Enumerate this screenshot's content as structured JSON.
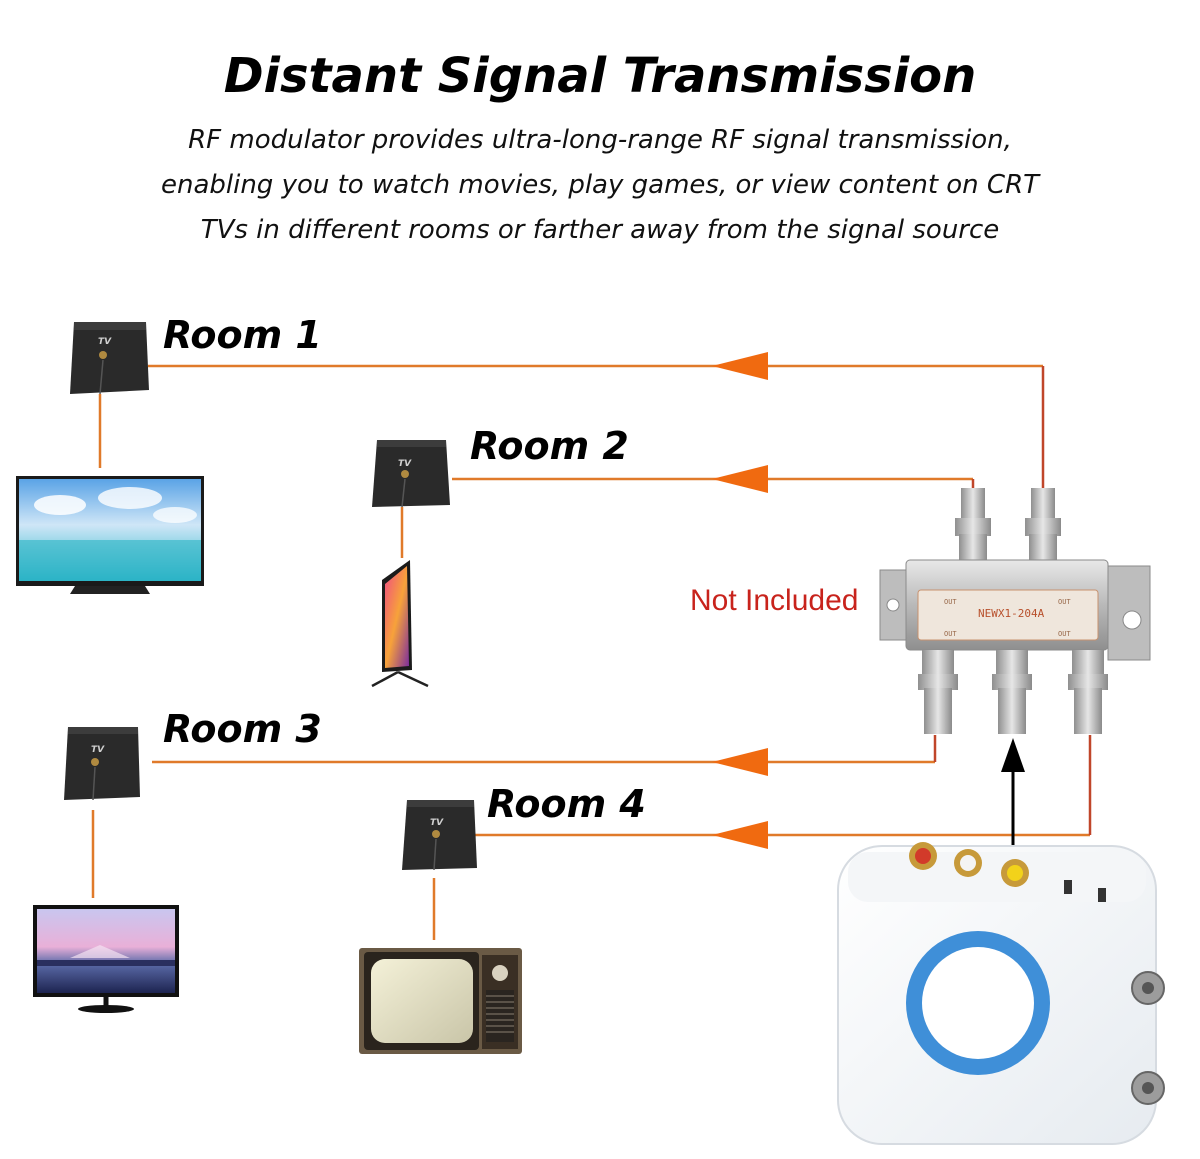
{
  "title": "Distant Signal Transmission",
  "subtitle": [
    "RF modulator provides ultra-long-range RF signal transmission,",
    "enabling you to watch movies, play games, or view content on CRT",
    "TVs in different rooms or farther away from the signal source"
  ],
  "rooms": [
    {
      "label": "Room 1"
    },
    {
      "label": "Room 2"
    },
    {
      "label": "Room 3"
    },
    {
      "label": "Room 4"
    }
  ],
  "antenna_label": "TV",
  "splitter": {
    "note": "Not Included",
    "model": "NEWX1-204A",
    "port_labels": [
      "OUT",
      "OUT",
      "OUT",
      "OUT"
    ]
  },
  "colors": {
    "signal_line": "#e07a2a",
    "arrow": "#f06a10",
    "splitter_line": "#c0462a",
    "input_arrow": "#000000",
    "note_text": "#c8231c",
    "modulator_ring": "#3f8fd8"
  },
  "icons": [
    "tv-antenna-icon",
    "flat-tv-icon",
    "vertical-tv-icon",
    "monitor-icon",
    "crt-tv-icon",
    "splitter-icon",
    "rf-modulator-icon"
  ]
}
